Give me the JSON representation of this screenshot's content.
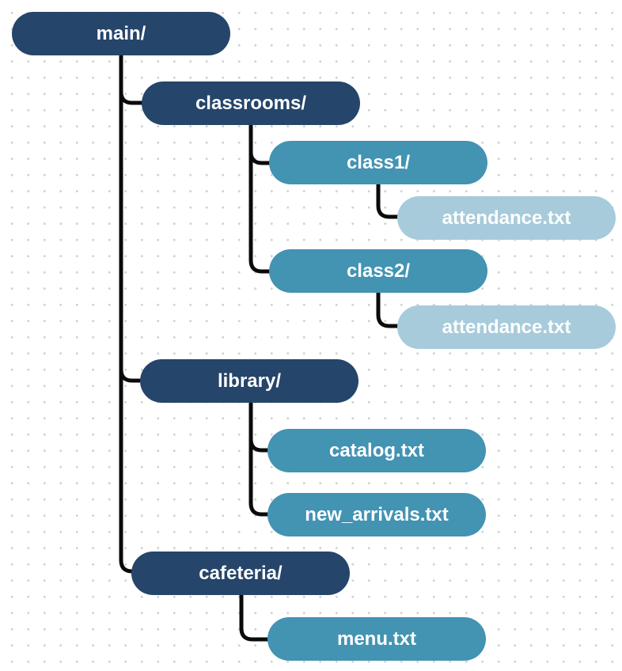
{
  "colors": {
    "level1": "#25456a",
    "level2": "#4393b3",
    "level3": "#a7cbdb",
    "connector": "#0a0a0a"
  },
  "tree": {
    "root": "main/",
    "classrooms": {
      "label": "classrooms/",
      "class1": {
        "label": "class1/",
        "file": "attendance.txt"
      },
      "class2": {
        "label": "class2/",
        "file": "attendance.txt"
      }
    },
    "library": {
      "label": "library/",
      "files": [
        "catalog.txt",
        "new_arrivals.txt"
      ]
    },
    "cafeteria": {
      "label": "cafeteria/",
      "files": [
        "menu.txt"
      ]
    }
  }
}
